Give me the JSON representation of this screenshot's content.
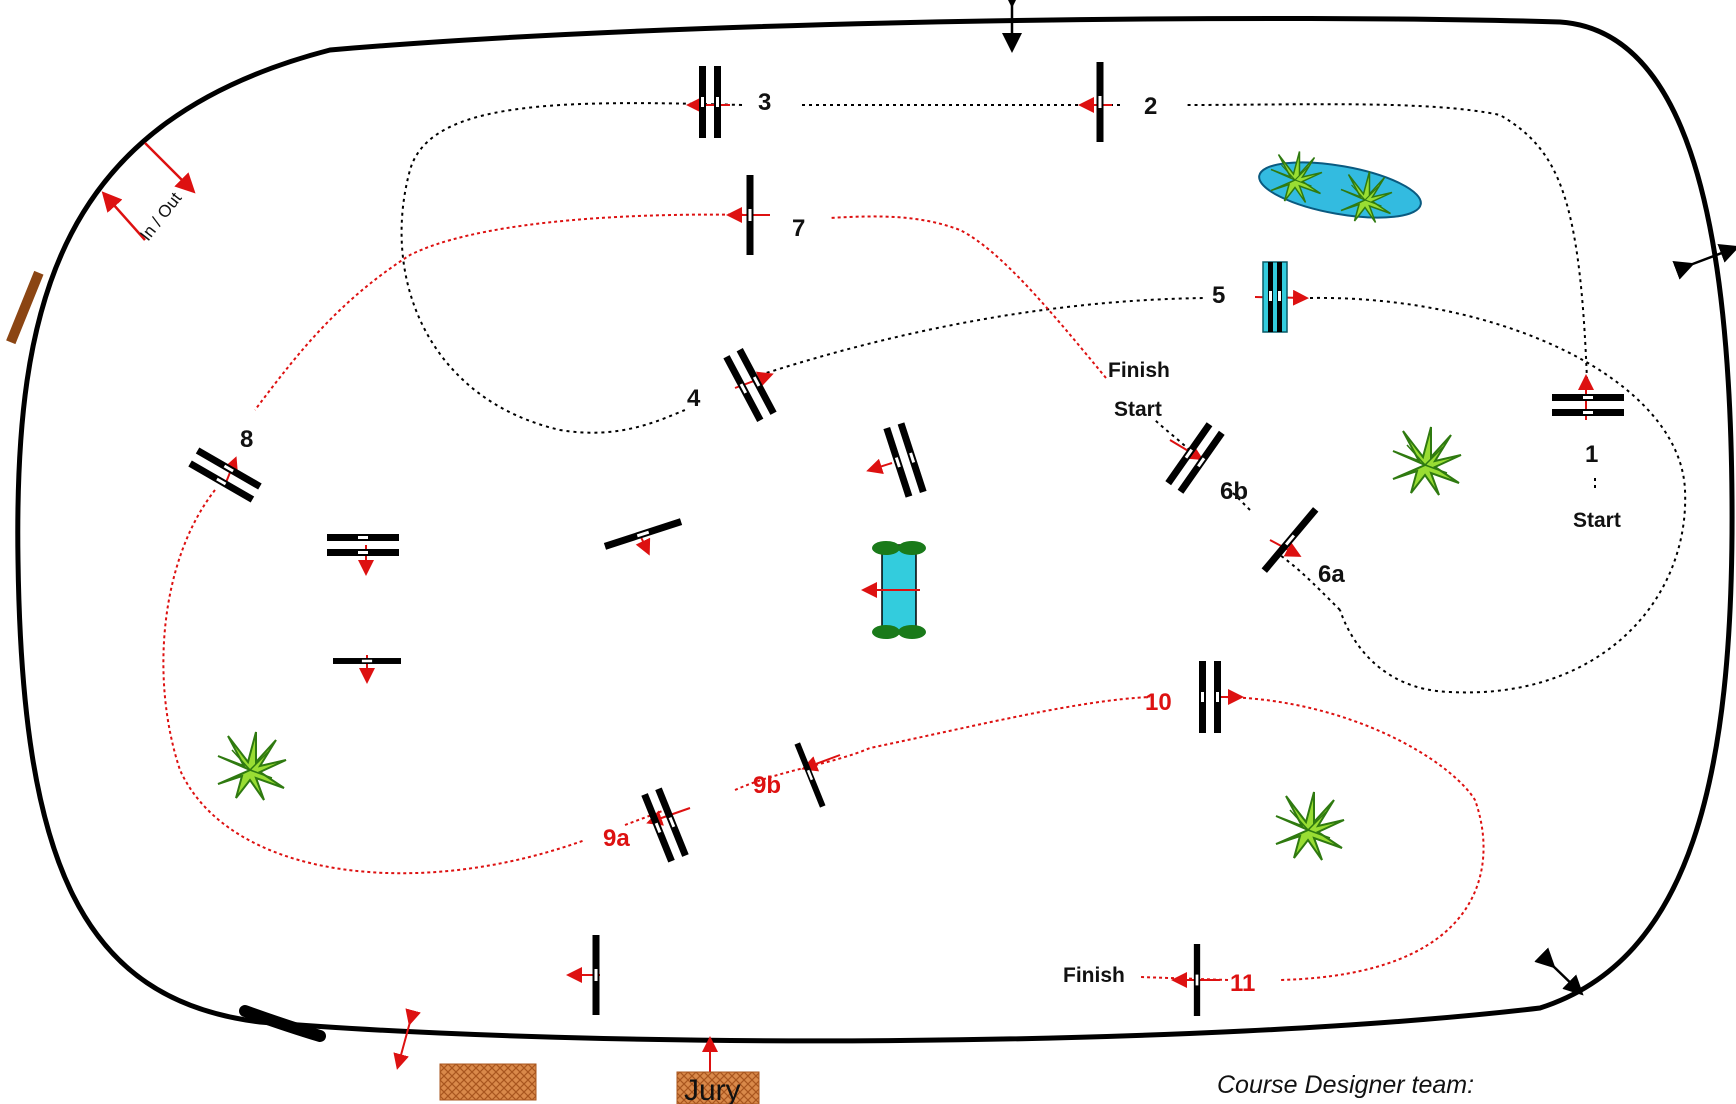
{
  "colors": {
    "arena_border": "#000000",
    "first_round_path": "#000000",
    "second_round_path": "#dd1111",
    "direction_arrow": "#dd1111",
    "water": "#33ccdd",
    "hedge": "#1a7a1a",
    "plant": "#99dd33",
    "jury_box": "#cc7733",
    "entrance_board": "#8b4513"
  },
  "icons": [
    "plant-icon",
    "water-pond-icon",
    "water-jump-icon",
    "gate-arrow-icon"
  ],
  "entrance": {
    "label": "In / Out"
  },
  "first_round": {
    "start_label": "Start",
    "finish_label": "Finish",
    "fence_numbers": [
      "1",
      "2",
      "3",
      "4",
      "5",
      "6a",
      "6b"
    ]
  },
  "jump_off": {
    "start_label": "Start",
    "finish_label": "Finish",
    "fence_numbers": [
      "7",
      "8",
      "9a",
      "9b",
      "10",
      "11"
    ]
  },
  "jury": {
    "label": "Jury"
  },
  "footer": {
    "designer_label": "Course Designer team:"
  }
}
